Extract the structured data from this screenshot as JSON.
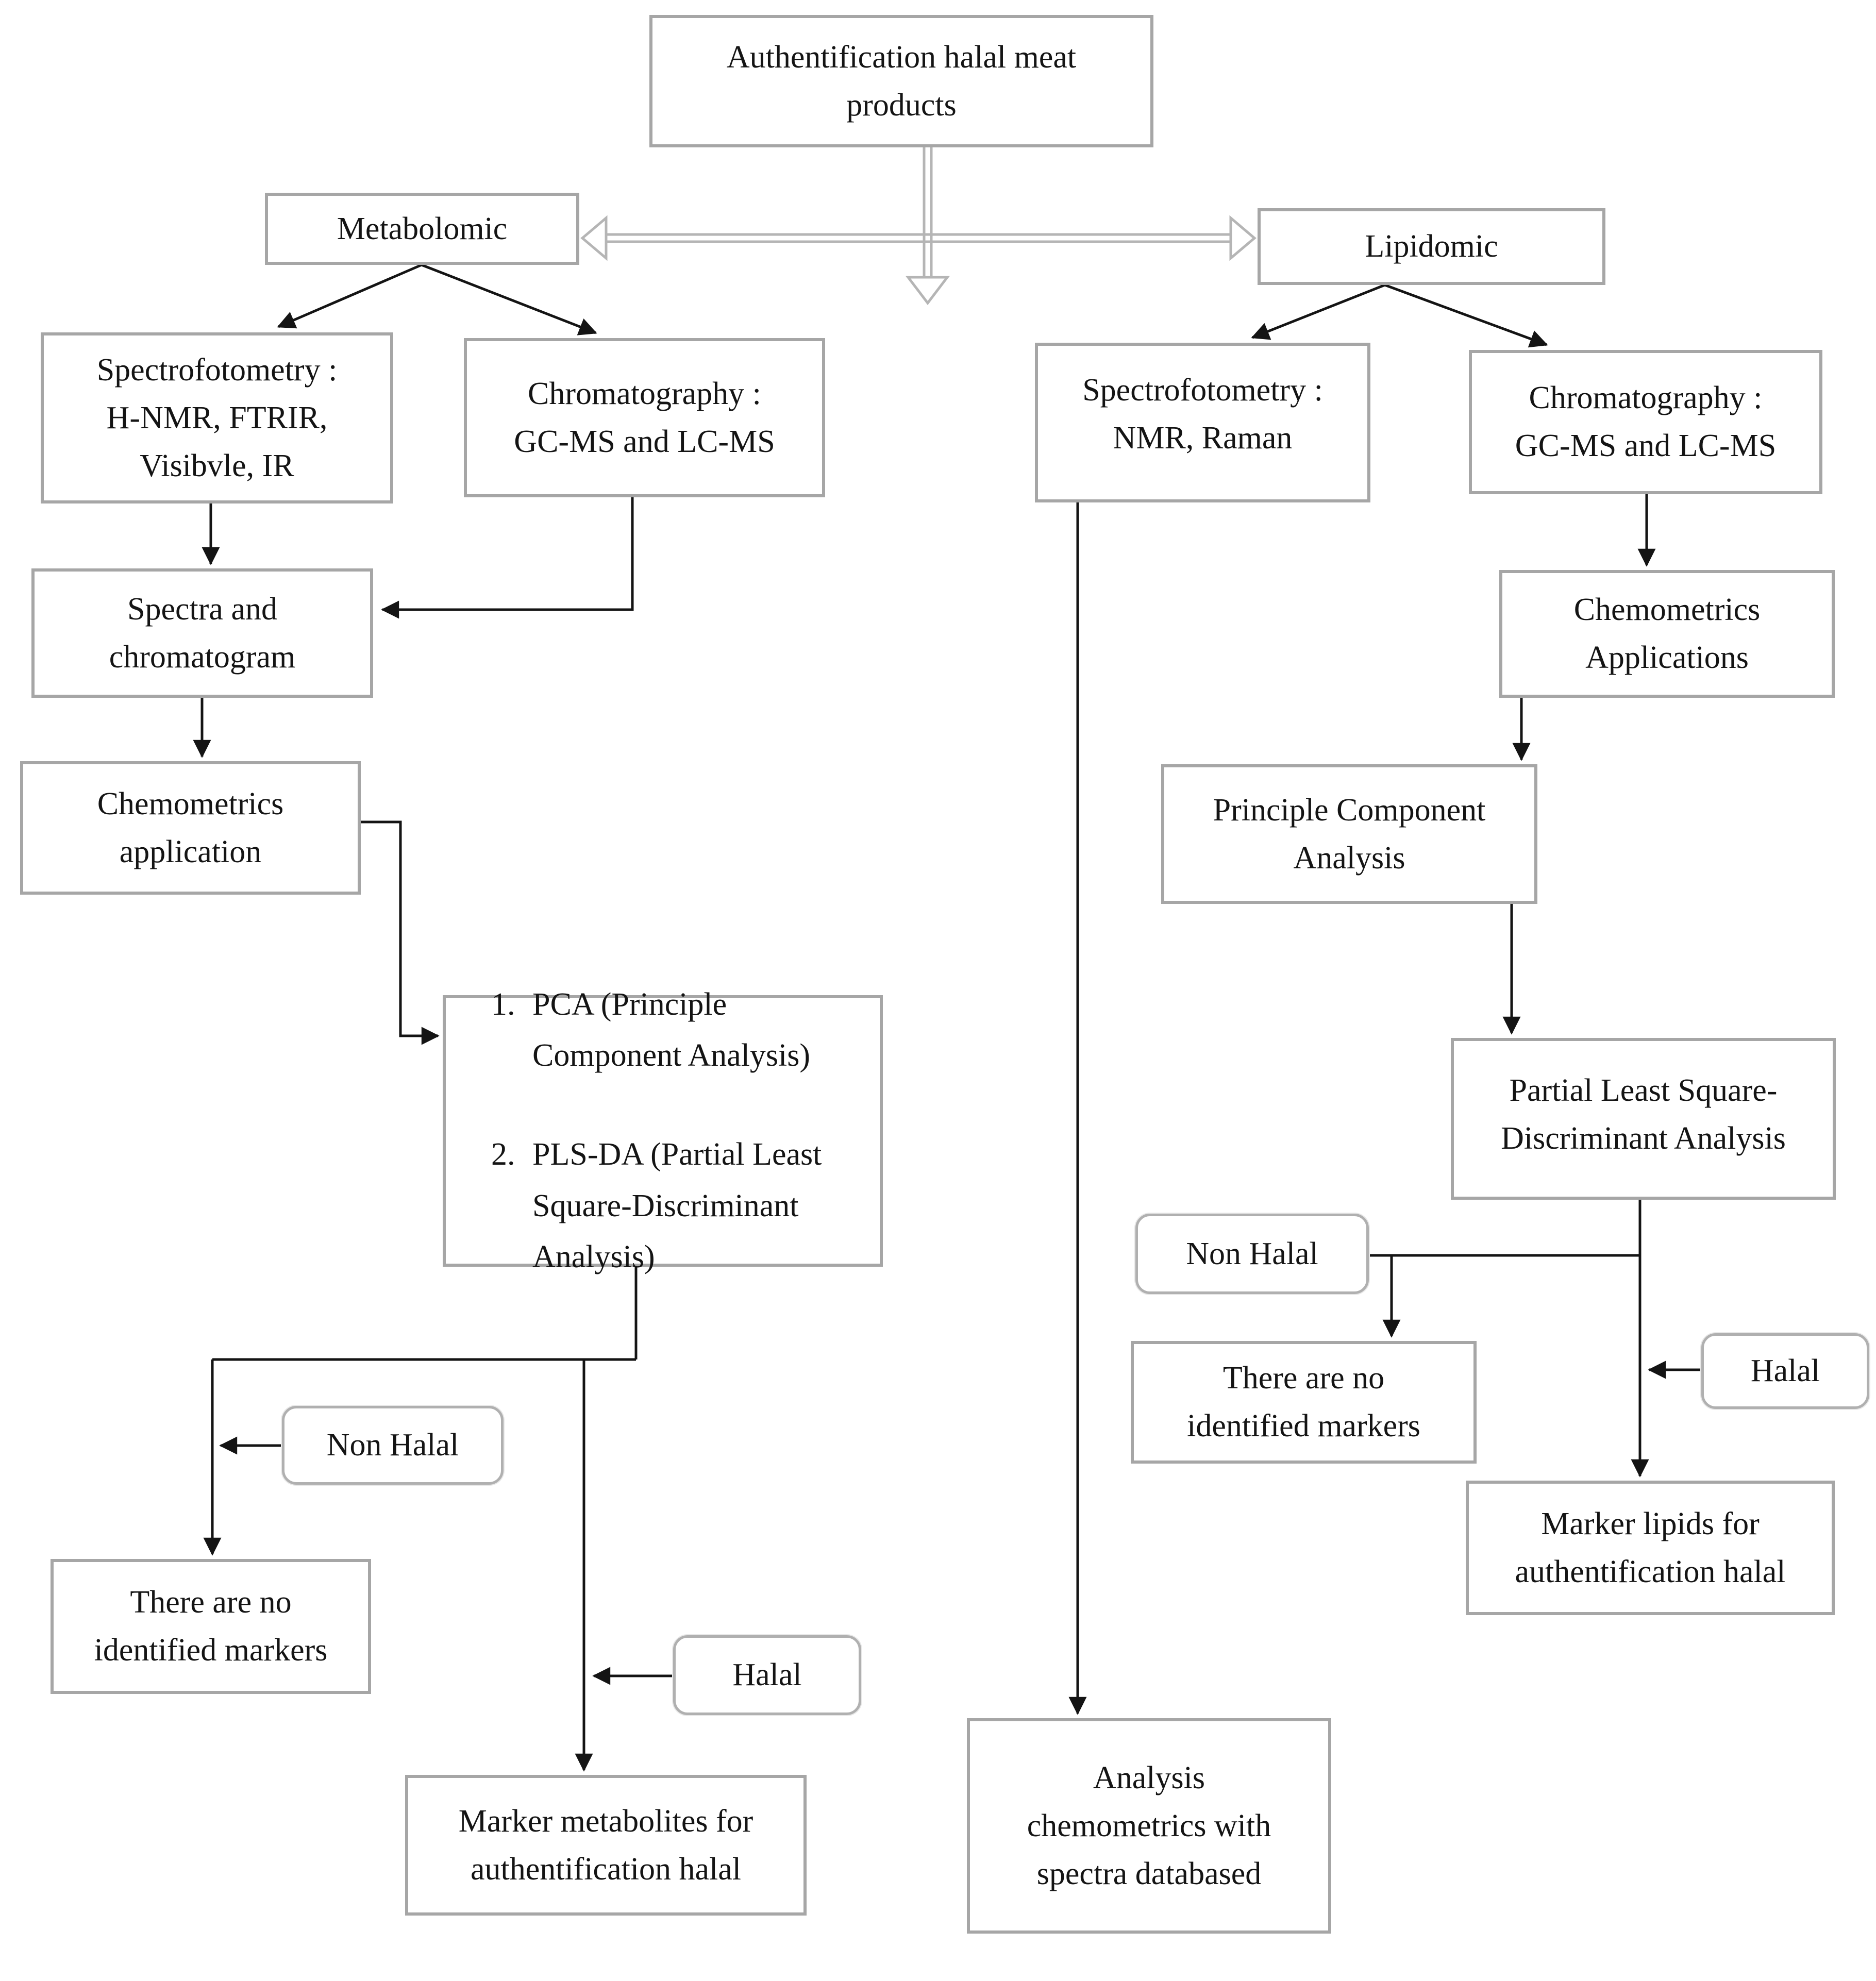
{
  "colors": {
    "box_border": "#a6a6a6",
    "rounded_border": "#b0b0b0",
    "connector": "#141414",
    "double_arrow": "#b5b5b5",
    "text": "#141414",
    "background": "#ffffff"
  },
  "diagram": {
    "nodes": {
      "title": {
        "label": "Authentification halal meat\nproducts"
      },
      "metabolomic": {
        "label": "Metabolomic"
      },
      "lipidomic": {
        "label": "Lipidomic"
      },
      "spectro_metabolomic": {
        "label": "Spectrofotometry :\nH-NMR, FTRIR,\nVisibvle, IR"
      },
      "chroma_metabolomic": {
        "label": "Chromatography :\nGC-MS and LC-MS"
      },
      "spectra_chromatogram": {
        "label": "Spectra and\nchromatogram"
      },
      "chemometrics_application": {
        "label": "Chemometrics\napplication"
      },
      "methods": {
        "items": [
          "PCA (Principle Component Analysis)",
          "PLS-DA (Partial Least Square-Discriminant Analysis)"
        ]
      },
      "non_halal_metabolomic": {
        "label": "Non Halal"
      },
      "no_markers_metabolomic": {
        "label": "There are no\nidentified markers"
      },
      "halal_metabolomic": {
        "label": "Halal"
      },
      "marker_metabolites": {
        "label": "Marker metabolites for\nauthentification halal"
      },
      "spectro_lipidomic": {
        "label": "Spectrofotometry :\nNMR, Raman"
      },
      "chroma_lipidomic": {
        "label": "Chromatography :\nGC-MS and LC-MS"
      },
      "chemometrics_applications": {
        "label": "Chemometrics\nApplications"
      },
      "pca": {
        "label": "Principle Component\nAnalysis"
      },
      "plsda": {
        "label": "Partial Least Square-\nDiscriminant Analysis"
      },
      "non_halal_lipidomic": {
        "label": "Non Halal"
      },
      "no_markers_lipidomic": {
        "label": "There are no\nidentified markers"
      },
      "halal_lipidomic": {
        "label": "Halal"
      },
      "marker_lipids": {
        "label": "Marker lipids for\nauthentification halal"
      },
      "analysis_chemometrics": {
        "label": "Analysis\nchemometrics with\nspectra databased"
      }
    }
  }
}
